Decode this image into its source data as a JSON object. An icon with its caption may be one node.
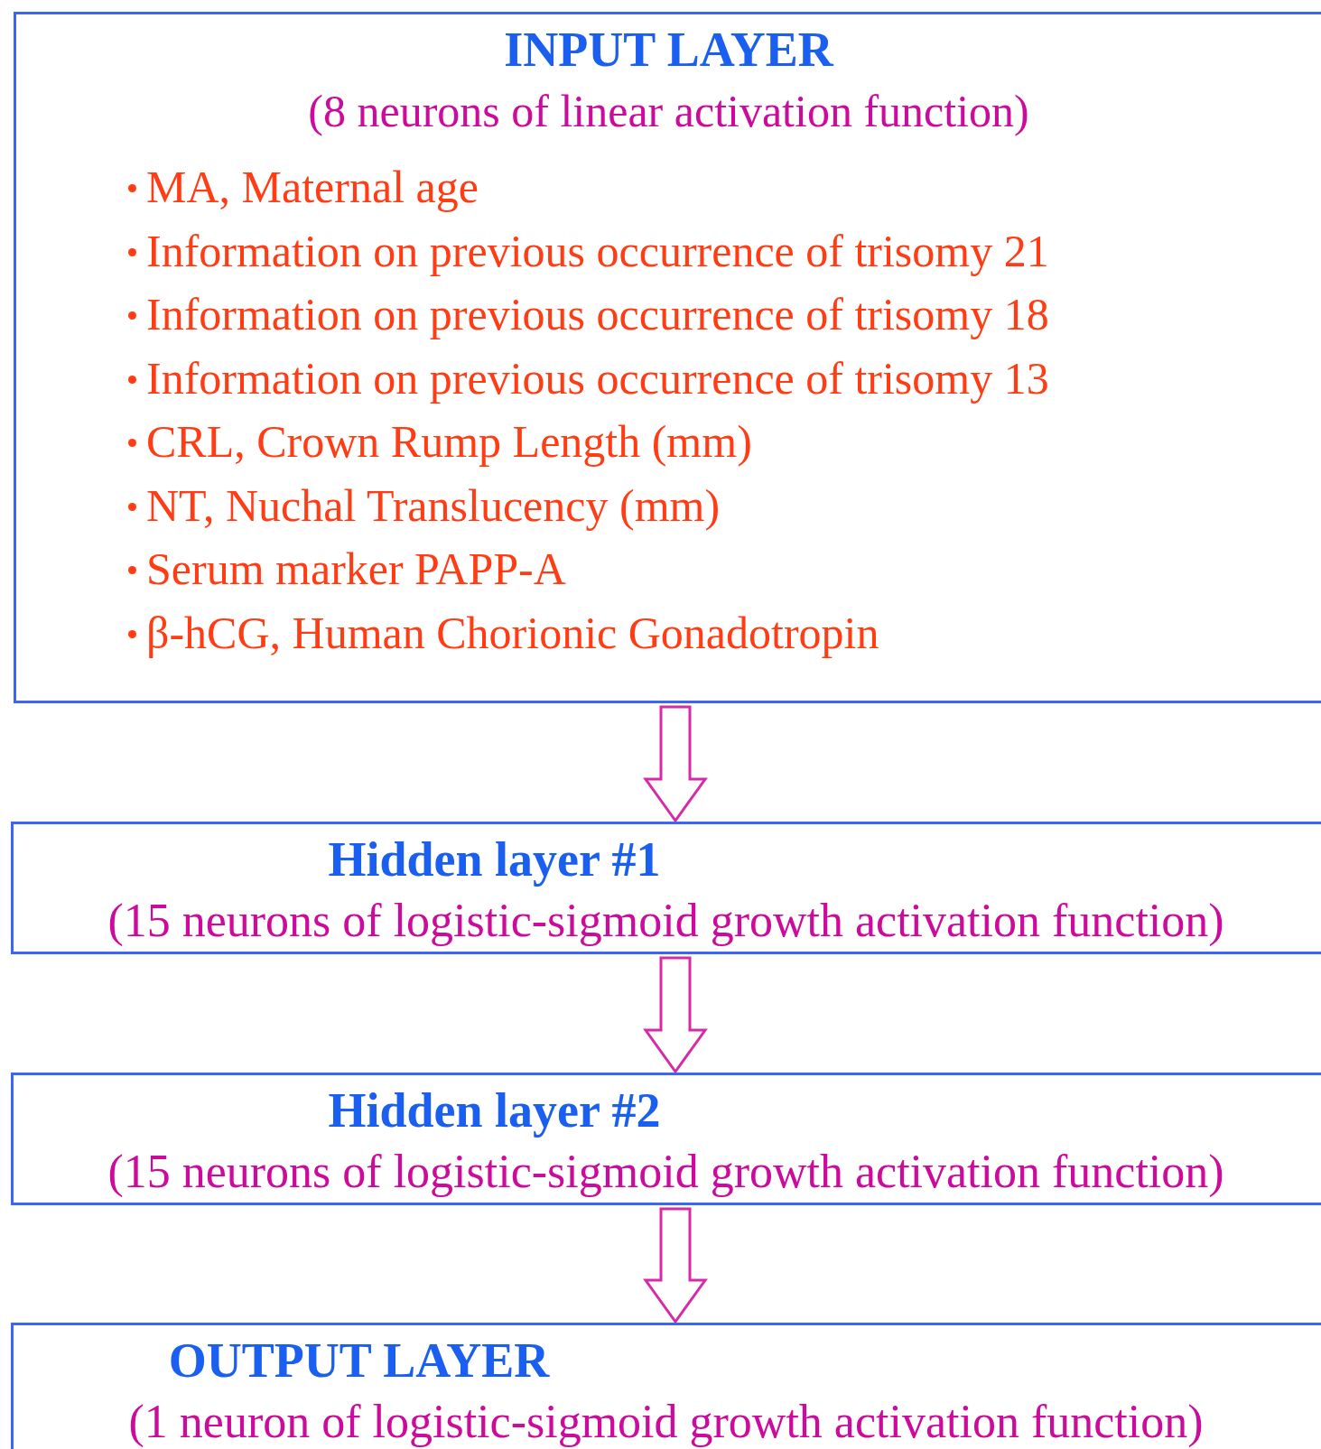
{
  "diagram": {
    "nodes": [
      {
        "text": [
          "INPUT LAYER",
          "(8 neurons of linear activation function)",
          "MA, Maternal age",
          "Information on previous occurrence of trisomy 21",
          "Information on previous occurrence of trisomy 18",
          "Information on previous occurrence of trisomy 13",
          "CRL, Crown Rump Length (mm)",
          "NT, Nuchal Translucency (mm)",
          "Serum marker PAPP-A",
          "β-hCG, Human Chorionic Gonadotropin"
        ]
      },
      {
        "text": [
          "Hidden layer #1",
          "(15 neurons of logistic-sigmoid growth activation function)"
        ]
      },
      {
        "text": [
          "Hidden layer #2",
          "(15 neurons of logistic-sigmoid growth activation function)"
        ]
      },
      {
        "text": [
          "OUTPUT LAYER",
          "(1 neuron of logistic-sigmoid growth activation function)"
        ]
      }
    ],
    "edges": [
      {
        "from": 0,
        "to": 1,
        "arrow": "to"
      },
      {
        "from": 1,
        "to": 2,
        "arrow": "to"
      },
      {
        "from": 2,
        "to": 3,
        "arrow": "to"
      }
    ]
  }
}
